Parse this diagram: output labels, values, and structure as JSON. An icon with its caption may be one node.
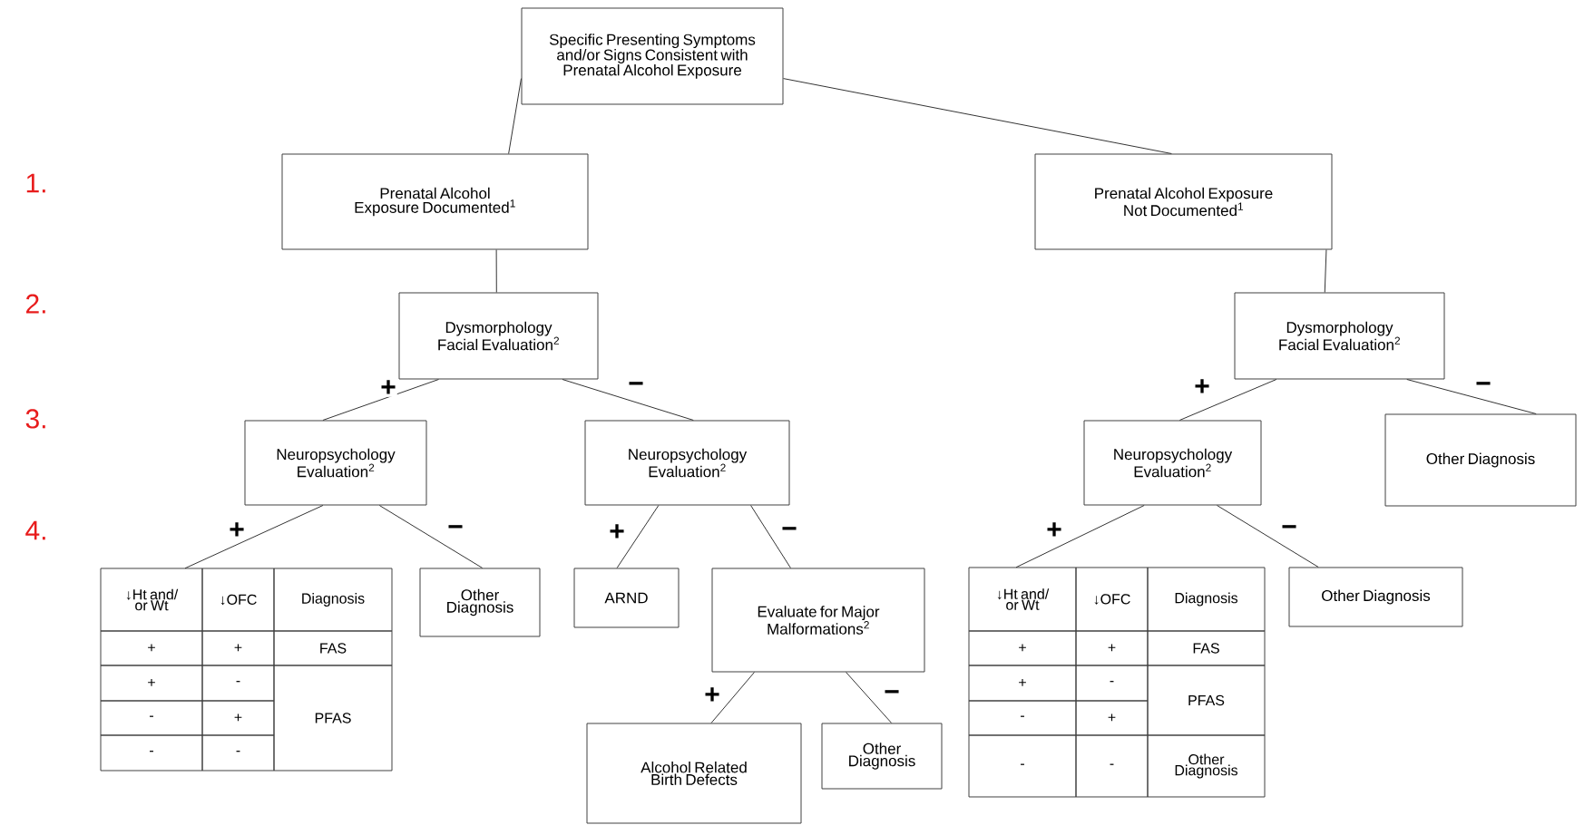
{
  "diagram": {
    "nodes": [
      {
        "text": [
          "Specific Presenting Symptoms and/or Signs Consistent with Prenatal Alcohol Exposure"
        ]
      },
      {
        "text": [
          "Prenatal Alcohol Exposure Documented$^{1}$"
        ]
      },
      {
        "text": [
          "Prenatal Alcohol Exposure Not Documented$^{1}$"
        ]
      },
      {
        "text": [
          "Dysmorphology Facial Evaluation$^{2}$"
        ]
      },
      {
        "text": [
          "Dysmorphology Facial Evaluation$^{2}$"
        ]
      },
      {
        "text": [
          "Neuropsychology Evaluation$^{2}$"
        ]
      },
      {
        "text": [
          "Neuropsychology Evaluation$^{2}$"
        ]
      },
      {
        "text": [
          "Neuropsychology Evaluation$^{2}$"
        ]
      },
      {
        "text": [
          "Other Diagnosis"
        ]
      },
      {
        "text": [
          "↓Ht and/ or Wt",
          "↓OFC",
          "Diagnosis",
          "+",
          "+",
          "FAS",
          "+",
          "-",
          "PFAS",
          "-",
          "+",
          "-",
          "-"
        ]
      },
      {
        "text": [
          "Other Diagnosis"
        ]
      },
      {
        "text": [
          "ARND"
        ]
      },
      {
        "text": [
          "Evaluate for Major Malformations$^{2}$"
        ]
      },
      {
        "text": [
          "↓Ht and/ or Wt",
          "↓OFC",
          "Diagnosis",
          "+",
          "+",
          "FAS",
          "+",
          "-",
          "PFAS",
          "-",
          "+",
          "-",
          "-",
          "Other Diagnosis"
        ]
      },
      {
        "text": [
          "Other Diagnosis"
        ]
      },
      {
        "text": [
          "Alcohol Related Birth Defects"
        ]
      },
      {
        "text": [
          "Other Diagnosis"
        ]
      }
    ],
    "edges": [
      {
        "from": 0,
        "to": 1,
        "arrow": "none"
      },
      {
        "from": 0,
        "to": 2,
        "arrow": "none"
      },
      {
        "from": 1,
        "to": 3,
        "arrow": "none"
      },
      {
        "from": 2,
        "to": 4,
        "arrow": "none"
      },
      {
        "from": 3,
        "to": 5,
        "arrow": "none",
        "label": "+"
      },
      {
        "from": 3,
        "to": 6,
        "arrow": "none",
        "label": "−"
      },
      {
        "from": 4,
        "to": 7,
        "arrow": "none",
        "label": "+"
      },
      {
        "from": 4,
        "to": 8,
        "arrow": "none",
        "label": "−"
      },
      {
        "from": 5,
        "to": 9,
        "arrow": "none",
        "label": "+"
      },
      {
        "from": 5,
        "to": 10,
        "arrow": "none",
        "label": "−"
      },
      {
        "from": 6,
        "to": 11,
        "arrow": "none",
        "label": "+"
      },
      {
        "from": 6,
        "to": 12,
        "arrow": "none",
        "label": "−"
      },
      {
        "from": 7,
        "to": 13,
        "arrow": "none",
        "label": "+"
      },
      {
        "from": 7,
        "to": 14,
        "arrow": "none",
        "label": "−"
      },
      {
        "from": 12,
        "to": 15,
        "arrow": "none",
        "label": "+"
      },
      {
        "from": 12,
        "to": 16,
        "arrow": "none",
        "label": "−"
      }
    ],
    "labels": [
      "1.",
      "2.",
      "3.",
      "4."
    ]
  }
}
